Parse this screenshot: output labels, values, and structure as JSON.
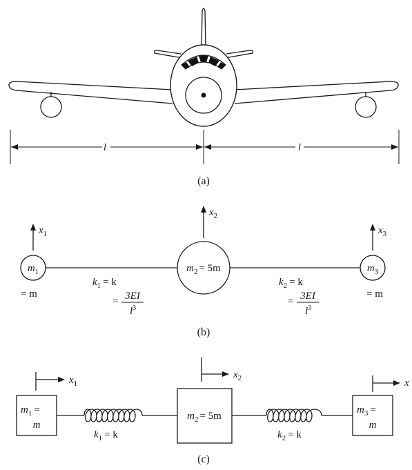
{
  "panel_a": {
    "caption": "(a)",
    "left_dim": "l",
    "right_dim": "l"
  },
  "panel_b": {
    "caption": "(b)",
    "x1": "x",
    "x1_sub": "1",
    "x2": "x",
    "x2_sub": "2",
    "x3": "x",
    "x3_sub": "3",
    "m1_sym": "m",
    "m1_sub": "1",
    "m1_eq": "= m",
    "m2_text": "= 5m",
    "m2_sym": "m",
    "m2_sub": "2",
    "m3_sym": "m",
    "m3_sub": "3",
    "m3_eq": "= m",
    "k1_sym": "k",
    "k1_sub": "1",
    "k1_eq": "= k",
    "k1_frac_eq": "=",
    "k1_num": "3EI",
    "k1_den": "l",
    "k1_den_sup": "3",
    "k2_sym": "k",
    "k2_sub": "2",
    "k2_eq": "= k",
    "k2_frac_eq": "=",
    "k2_num": "3EI",
    "k2_den": "l",
    "k2_den_sup": "3"
  },
  "panel_c": {
    "caption": "(c)",
    "x1": "x",
    "x1_sub": "1",
    "x2": "x",
    "x2_sub": "2",
    "x3": "x",
    "m1_sym": "m",
    "m1_sub": "1",
    "m1_eq": "=",
    "m1_val": "m",
    "m2_sym": "m",
    "m2_sub": "2",
    "m2_eq": "= 5m",
    "m3_sym": "m",
    "m3_sub": "3",
    "m3_eq": "=",
    "m3_val": "m",
    "k1_sym": "k",
    "k1_sub": "1",
    "k1_eq": "= k",
    "k2_sym": "k",
    "k2_sub": "2",
    "k2_eq": "= k"
  }
}
